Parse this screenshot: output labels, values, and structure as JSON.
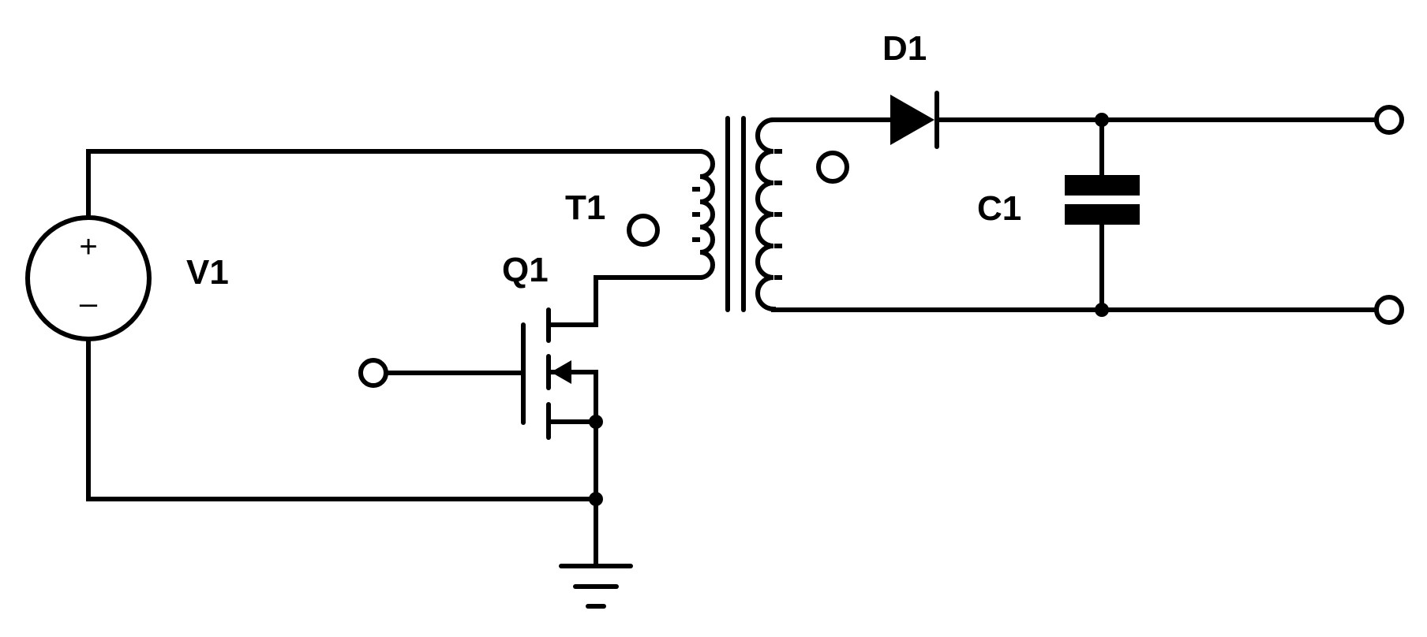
{
  "labels": {
    "source": "V1",
    "transformer": "T1",
    "transistor": "Q1",
    "diode": "D1",
    "capacitor": "C1"
  },
  "source_polarity": {
    "plus": "+",
    "minus": "–"
  },
  "colors": {
    "stroke": "#000000",
    "background": "#ffffff"
  }
}
